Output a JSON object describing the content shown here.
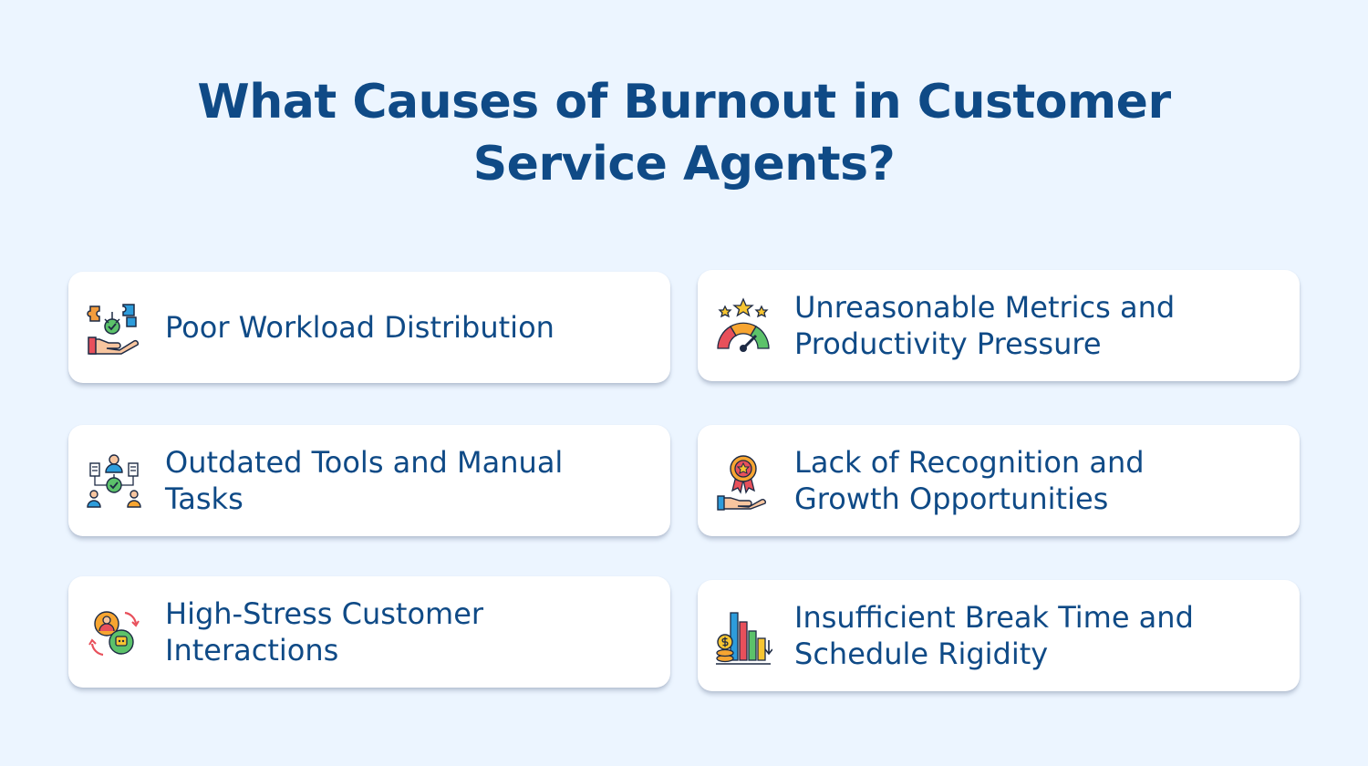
{
  "title": {
    "line1": "What Causes of Burnout in Customer",
    "line2": "Service Agents?"
  },
  "cards": [
    {
      "icon": "workload-distribution-icon",
      "lines": [
        "Poor Workload Distribution"
      ]
    },
    {
      "icon": "speedometer-stars-icon",
      "lines": [
        "Unreasonable Metrics and",
        "Productivity Pressure"
      ]
    },
    {
      "icon": "team-network-tools-icon",
      "lines": [
        "Outdated Tools and Manual",
        "Tasks"
      ]
    },
    {
      "icon": "award-hand-icon",
      "lines": [
        "Lack of Recognition and",
        "Growth Opportunities"
      ]
    },
    {
      "icon": "customer-interaction-cycle-icon",
      "lines": [
        "High-Stress Customer",
        "Interactions"
      ]
    },
    {
      "icon": "declining-chart-coins-icon",
      "lines": [
        "Insufficient Break Time and",
        "Schedule Rigidity"
      ]
    }
  ],
  "colors": {
    "background": "#ecf5ff",
    "heading": "#0f4a86",
    "card": "#ffffff"
  }
}
